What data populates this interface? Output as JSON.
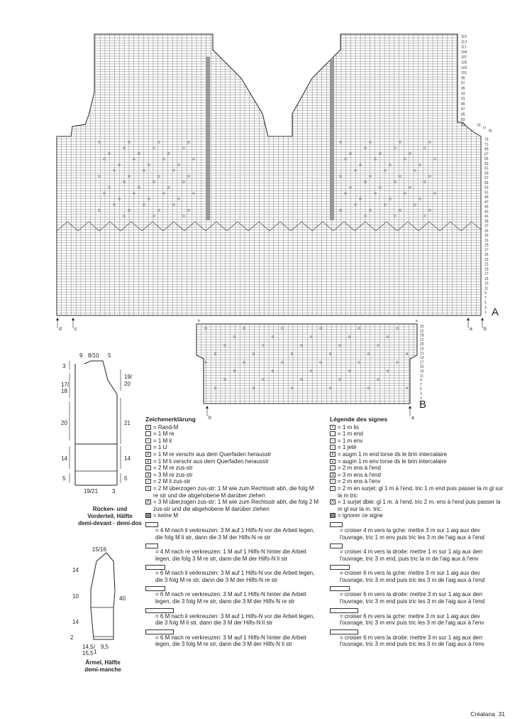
{
  "chart_a": {
    "label": "A",
    "left_markers": [
      "d",
      "c"
    ],
    "right_markers": [
      "a",
      "b"
    ],
    "row_numbers_upper": [
      "115",
      "113",
      "111",
      "109",
      "107",
      "105",
      "103",
      "101",
      "99",
      "97",
      "95",
      "93",
      "91",
      "89",
      "87",
      "85",
      "83",
      "81"
    ],
    "row_numbers_step": [
      "79",
      "77",
      "75"
    ],
    "row_numbers_lower": [
      "73",
      "71",
      "69",
      "67",
      "65",
      "63",
      "61",
      "59",
      "57",
      "55",
      "53",
      "51",
      "49",
      "47",
      "45",
      "43",
      "41",
      "39",
      "37",
      "35",
      "33",
      "31",
      "29",
      "27",
      "25",
      "23",
      "21",
      "19",
      "17",
      "15",
      "13",
      "11",
      "9",
      "7",
      "5",
      "3",
      "1"
    ]
  },
  "chart_b": {
    "label": "B",
    "left_marker": "b",
    "right_marker": "a",
    "top_markers": [
      "a",
      "b"
    ],
    "row_numbers": [
      "33",
      "31",
      "29",
      "27",
      "25",
      "23",
      "21",
      "19",
      "17",
      "15",
      "13",
      "11",
      "9",
      "7",
      "5",
      "3",
      "1"
    ]
  },
  "schematic_body": {
    "top_widths": [
      "9",
      "8/10",
      "5"
    ],
    "left_dims": [
      "3",
      "17/\n18",
      "20",
      "14",
      "5"
    ],
    "right_dims": [
      "19/\n20",
      "21",
      "14",
      "5"
    ],
    "bottom": "19/21",
    "bottom_right": "3",
    "caption": [
      "Rücken- und",
      "Vorderteil, Hälfte",
      "demi-devant · demi-dos"
    ]
  },
  "schematic_sleeve": {
    "top": "15/16",
    "left_dims": [
      "14",
      "10",
      "14",
      "2"
    ],
    "right_dim": "40",
    "bottom": [
      "14,5/",
      "15,5",
      "9,5"
    ],
    "bottom_right": "1",
    "caption": [
      "Ärmel, Hälfte",
      "demi-manche"
    ]
  },
  "legend_de": {
    "title": "Zeichenerklärung",
    "items": [
      {
        "sym": "•",
        "text": "= Rand-M"
      },
      {
        "sym": "",
        "text": "= 1 M re"
      },
      {
        "sym": "−",
        "text": "= 1 M li"
      },
      {
        "sym": "○",
        "text": "= 1 U"
      },
      {
        "sym": "⊼",
        "text": "= 1 M re verschr aus dem Querfaden herausstr"
      },
      {
        "sym": "⊽",
        "text": "= 1 M li verschr aus dem Querfaden herausstr"
      },
      {
        "sym": "/",
        "text": "= 2 M re zus-str"
      },
      {
        "sym": "3",
        "text": "= 3 M re zus-str"
      },
      {
        "sym": "/",
        "text": "= 2 M li zus-str"
      },
      {
        "sym": "\\",
        "text": "= 2 M überzogen zus-str: 1 M wie zum Rechtsstr abh, die folg M re str und die abgehobene M darüber ziehen"
      },
      {
        "sym": "Λ",
        "text": "= 3 M überzogen zus-str: 1 M wie zum Rechtsstr abh, die folg 2 M zus-str und die abgehobene M darüber ziehen"
      },
      {
        "sym": "",
        "text": "= keine M",
        "gray": true
      }
    ],
    "cables": [
      "= 4 M nach li verkreuzen: 3 M auf 1 Hilfs-N vor die Arbeit legen, die folg M li str, dann die 3 M der Hilfs-N re str",
      "= 4 M nach re verkreuzen: 1 M auf 1 Hilfs-N hinter die Arbeit legen, die folg 3 M re str, dann die M der Hilfs-N li str",
      "= 6 M nach li verkreuzen: 3 M auf 1 Hilfs-N vor die Arbeit legen, die 3 folg M re str, dann die 3 M der Hilfs-N re str",
      "= 6 M nach re verkreuzen: 3 M auf 1 Hilfs-N hinter die Arbeit legen, die 3 folg M re str, dann die 3 M der Hilfs-N re str",
      "= 6 M nach li verkreuzen: 3 M auf 1 Hilfs-N vor die Arbeit legen, die 3 folg M li str, dann die 3 M der Hilfs-N li str",
      "= 6 M nach re verkreuzen: 3 M auf 1 Hilfs-N hinter die Arbeit legen, die 3 folg M re str, dann die 3 M der Hilfs-N li str"
    ]
  },
  "legend_fr": {
    "title": "Légende des signes",
    "items": [
      {
        "sym": "•",
        "text": "= 1 m lis"
      },
      {
        "sym": "",
        "text": "= 1 m end"
      },
      {
        "sym": "−",
        "text": "= 1 m env"
      },
      {
        "sym": "○",
        "text": "= 1 jeté"
      },
      {
        "sym": "⊼",
        "text": "= augm 1 m end torse ds le brin intercalaire"
      },
      {
        "sym": "⊽",
        "text": "= augm 1 m env torse ds le brin intercalaire"
      },
      {
        "sym": "/",
        "text": "= 2 m ens à l'end"
      },
      {
        "sym": "3",
        "text": "= 3 m ens à l'end"
      },
      {
        "sym": "/",
        "text": "= 2 m ens à l'env"
      },
      {
        "sym": "\\",
        "text": "= 2 m en surjet: gl 1 m à l'end, tric 1 m end puis passer la m gl sur la m tric"
      },
      {
        "sym": "Λ",
        "text": "= 1 surjet dble: gl 1 m. à l'end, tric 2 m. ens à l'end puis passer la m gl sur la m. tric."
      },
      {
        "sym": "",
        "text": "= ignorer ce signe",
        "gray": true
      }
    ],
    "cables": [
      "= croiser 4 m vers la gche: mettre 3 m sur 1 aig aux dev l'ouvrage, tric 1 m env puis tric les 3 m de l'aig aux à l'end",
      "= croiser 4 m vers la droite: mettre 1 m sur 1 aig aux derr l'ouvrage, tric 3 m end, puis tric la m de l'aig aux à l'env",
      "= croiser 6 m vers la gche: mettre 3 m sur 1 aig aux dev l'ouvrage, tric 3 m end puis tric les 3 m de l'aig aux à l'end",
      "= croiser 6 m vers la droite: mettre 3 m sur 1 aig aux derr l'ouvrage, tric 3 m end puis tric les 3 m de l'aig aux à l'end",
      "= croiser 6 m vers la gche: mettre 3 m sur 1 aig aux dev l'ouvrage, tric 3 m env puis tric les 3 m de l'aig aux à l'env",
      "= croiser 6 m vers la droite: mettre 3 m sur 1 aig aux derr l'ouvrage, tric 3 m end puis tric les 3 m de l'aig aux à l'env"
    ]
  },
  "footer": {
    "brand": "Créalana",
    "page": "31"
  }
}
